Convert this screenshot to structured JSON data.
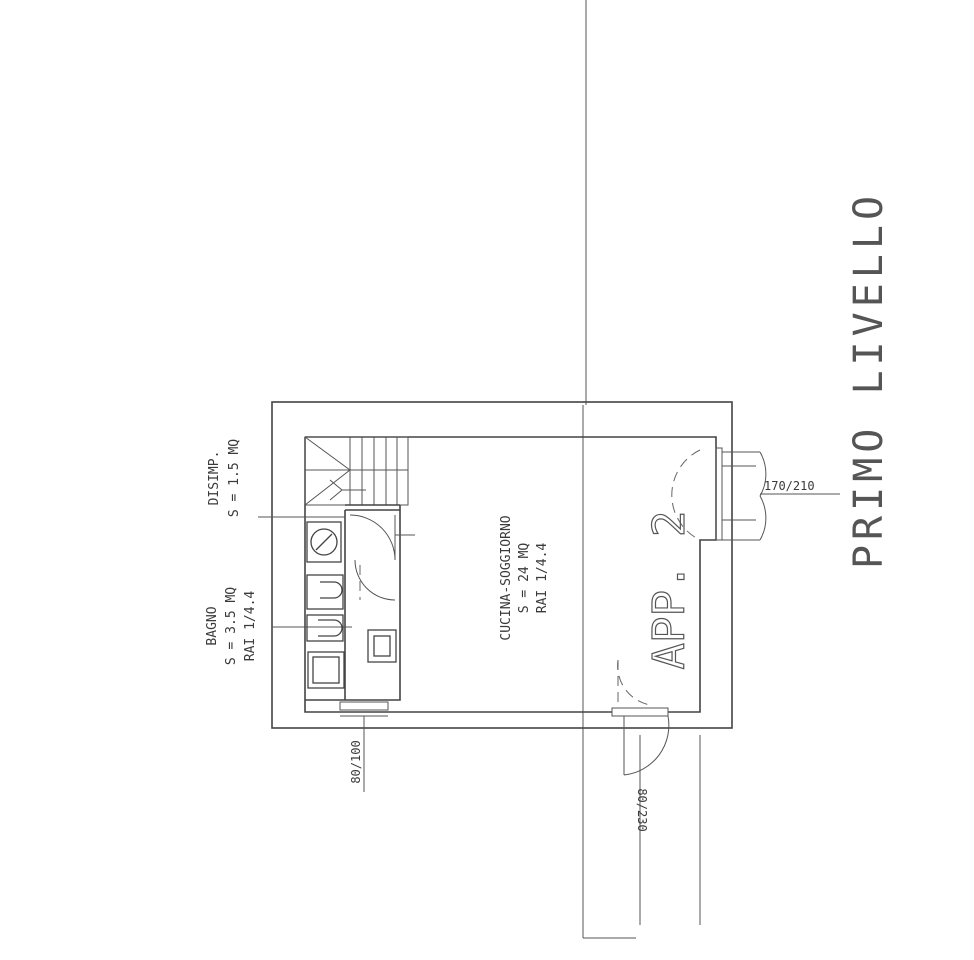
{
  "drawing": {
    "title": "PRIMO LIVELLO",
    "unit_label": "APP. 2",
    "rooms": [
      {
        "name": "DISIMP.",
        "area": "S = 1.5 MQ"
      },
      {
        "name": "BAGNO",
        "area": "S = 3.5 MQ",
        "ratio": "RAI 1/4.4"
      },
      {
        "name": "CUCINA-SOGGIORNO",
        "area": "S = 24 MQ",
        "ratio": "RAI 1/4.4"
      }
    ],
    "openings": [
      {
        "size": "170/210"
      },
      {
        "size": "80/100"
      },
      {
        "size": "80/230"
      }
    ]
  }
}
